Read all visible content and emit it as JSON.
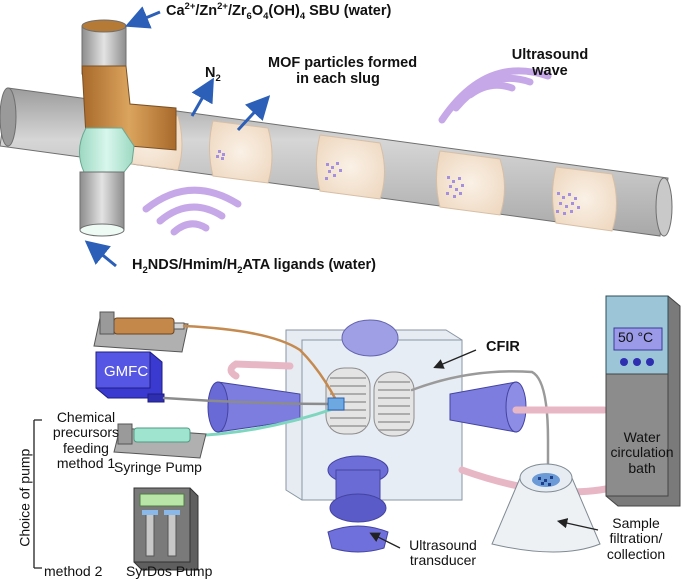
{
  "top": {
    "sbu_label_parts": [
      "Ca",
      "2+",
      "/Zn",
      "2+",
      "/Zr",
      "6",
      "O",
      "4",
      "(OH)",
      "4",
      " SBU (water)"
    ],
    "n2_parts": [
      "N",
      "2"
    ],
    "mof_label_line1": "MOF particles formed",
    "mof_label_line2": "in each slug",
    "ultrasound_line1": "Ultrasound",
    "ultrasound_line2": "wave",
    "ligands_parts": [
      "H",
      "2",
      "NDS/Hmim/H",
      "2",
      "ATA ligands (water)"
    ]
  },
  "bottom": {
    "gmfc": "GMFC",
    "temperature": "50 °C",
    "cfir": "CFIR",
    "chemical_line1": "Chemical",
    "chemical_line2": "precursors",
    "chemical_line3": "feeding",
    "chemical_line4": "method 1",
    "syringe_pump": "Syringe Pump",
    "method2": "method 2",
    "syrdos_pump": "SyrDos Pump",
    "choice_of_pump": "Choice of pump",
    "ultrasound_transducer_line1": "Ultrasound",
    "ultrasound_transducer_line2": "transducer",
    "water_bath_line1": "Water",
    "water_bath_line2": "circulation",
    "water_bath_line3": "bath",
    "sample_line1": "Sample",
    "sample_line2": "filtration/",
    "sample_line3": "collection"
  },
  "colors": {
    "tube": "#b9b9b9",
    "slug": "#f4e6d6",
    "particles": "#a590e0",
    "wave": "#c6a8e8",
    "arrow": "#2b5fb8",
    "mixer_top": "#c98d3c",
    "mixer_bottom": "#bfeedd",
    "gmfc": "#3a3ad0",
    "horn": "#7d7de0"
  },
  "icons": [
    "ultrasound-wave-icon",
    "arrow-icon",
    "thermometer-display-icon"
  ]
}
